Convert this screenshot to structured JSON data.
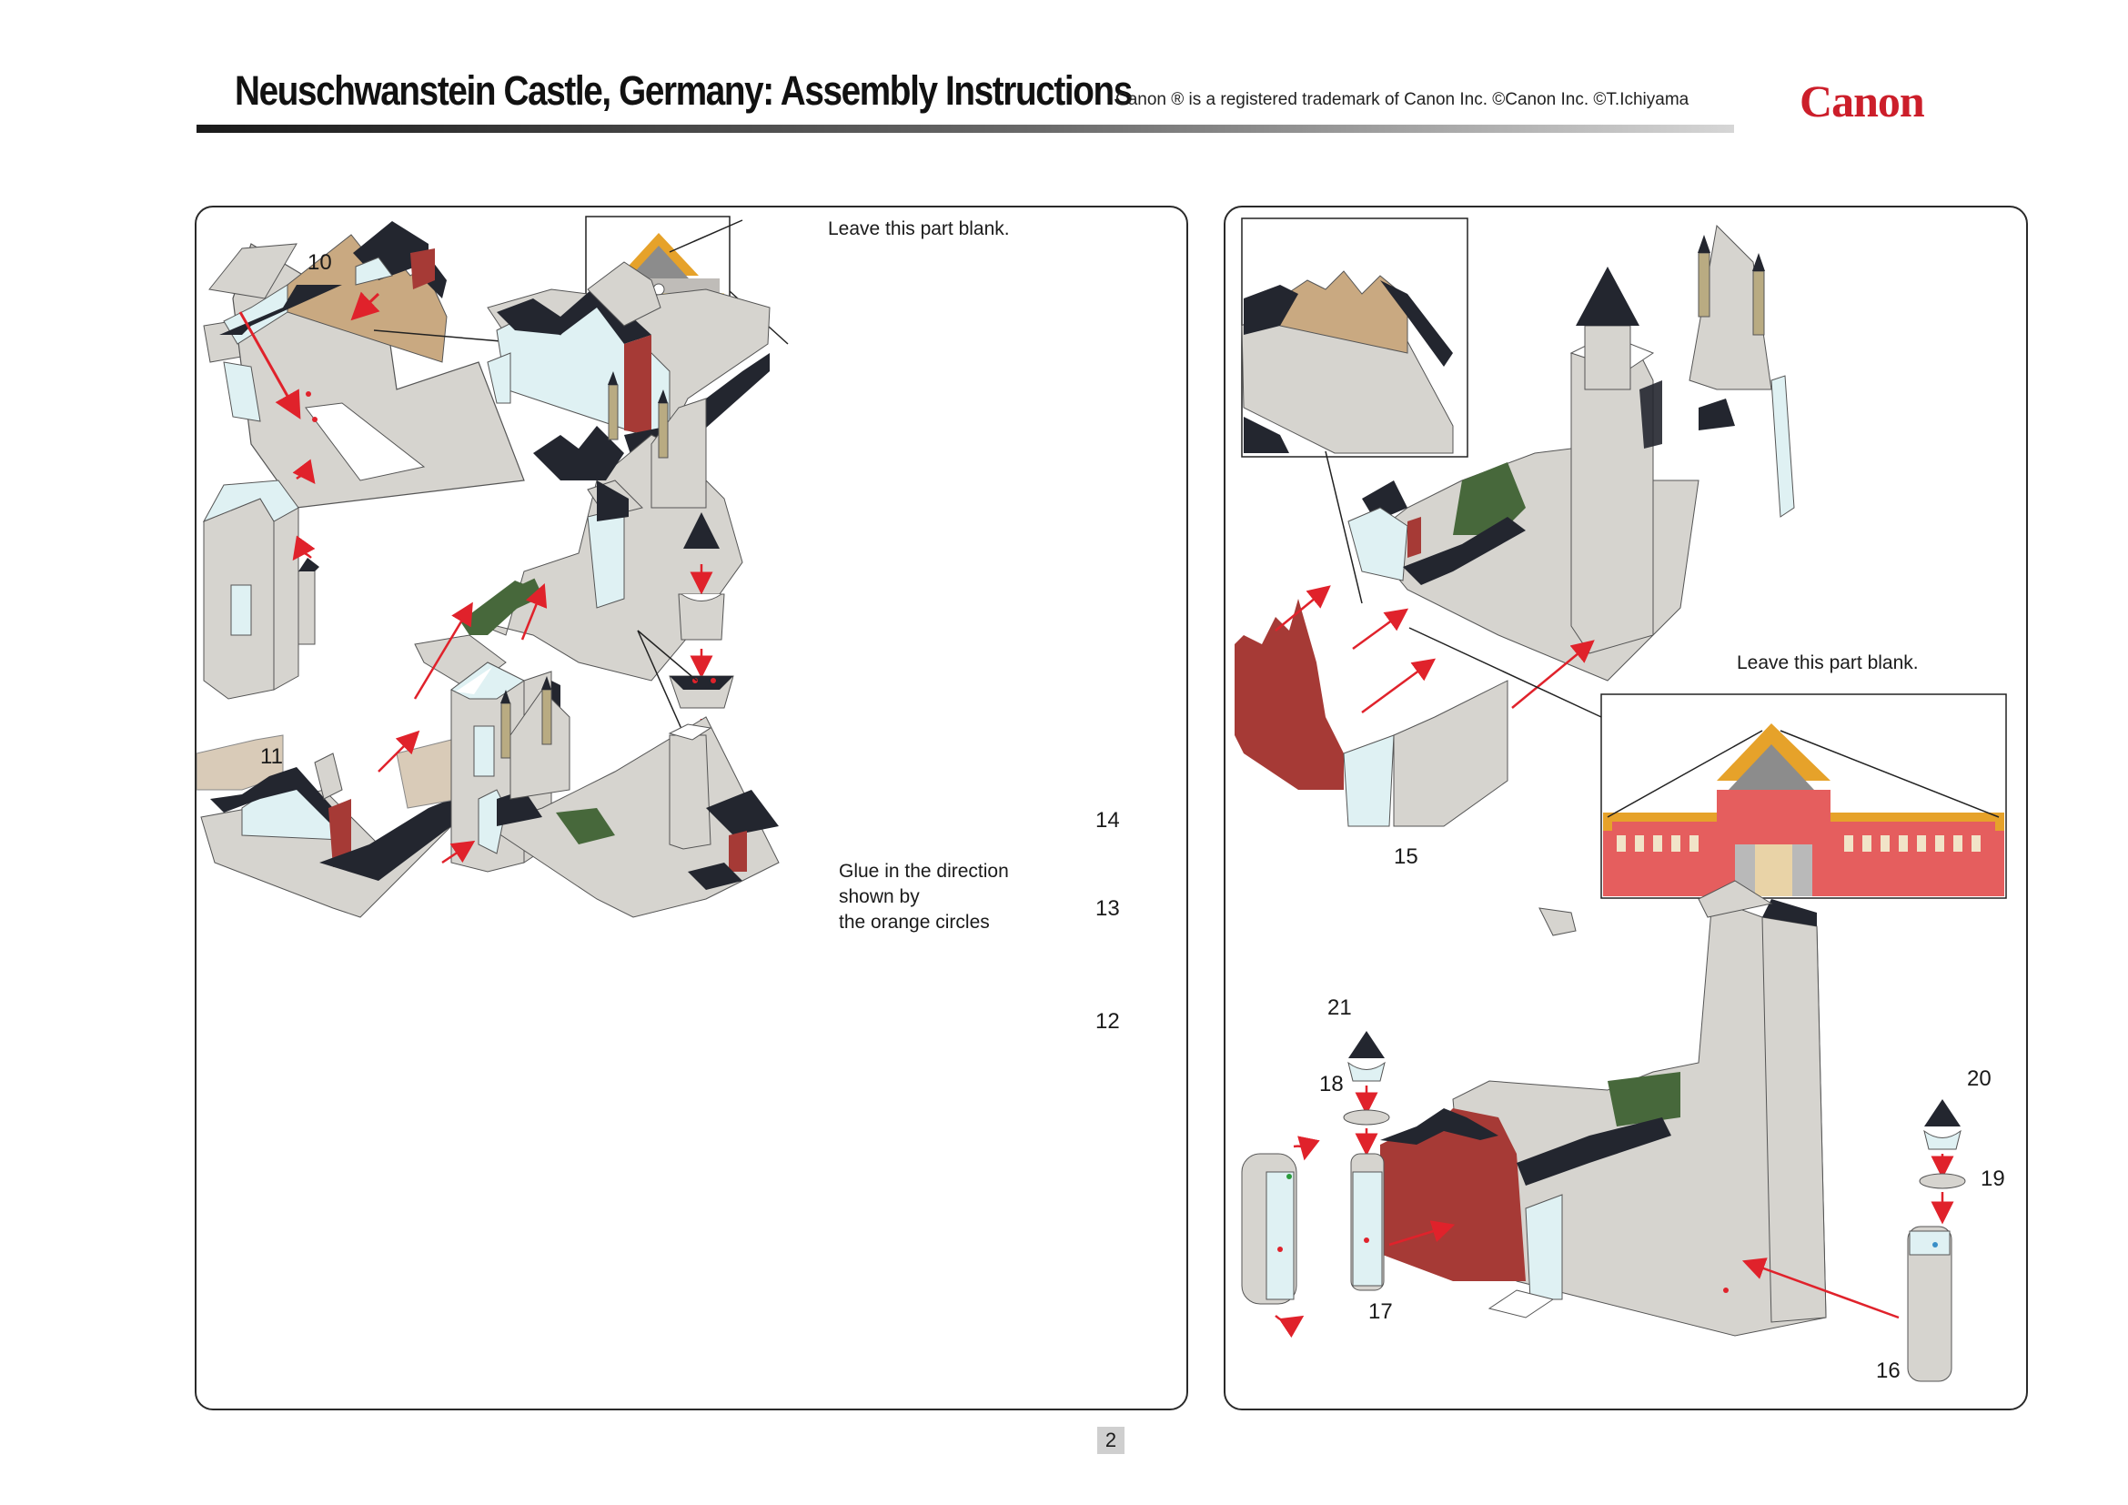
{
  "header": {
    "title": "Neuschwanstein Castle, Germany: Assembly Instructions",
    "trademark": "Canon ® is a registered trademark of Canon Inc. ©Canon Inc. ©T.Ichiyama",
    "logo": "Canon"
  },
  "left_panel": {
    "steps": {
      "s10": "10",
      "s11": "11",
      "s12": "12",
      "s13": "13",
      "s14": "14"
    },
    "notes": {
      "leave_blank": "Leave this part blank.",
      "glue_line1": "Glue in the direction",
      "glue_line2": "shown by",
      "glue_line3": "the orange circles"
    }
  },
  "right_panel": {
    "steps": {
      "s15": "15",
      "s16": "16",
      "s17": "17",
      "s18": "18",
      "s19": "19",
      "s20": "20",
      "s21": "21"
    },
    "notes": {
      "leave_blank": "Leave this part blank."
    }
  },
  "footer": {
    "page_number": "2"
  },
  "colors": {
    "roof": "#23262f",
    "wall": "#d6d4cf",
    "wall_light": "#dff1f3",
    "brick": "#a63a36",
    "tan": "#c9a981",
    "green": "#47683b",
    "arrow": "#e0222b",
    "accent_red": "#cc1e2a"
  }
}
